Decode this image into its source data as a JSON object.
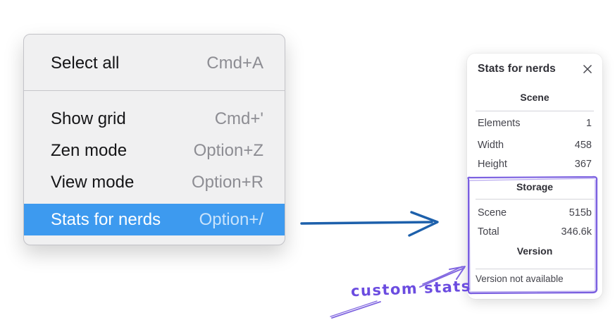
{
  "context_menu": {
    "items": [
      {
        "label": "Select all",
        "shortcut": "Cmd+A",
        "selected": false
      },
      {
        "label": "Show grid",
        "shortcut": "Cmd+'",
        "selected": false
      },
      {
        "label": "Zen mode",
        "shortcut": "Option+Z",
        "selected": false
      },
      {
        "label": "View mode",
        "shortcut": "Option+R",
        "selected": false
      },
      {
        "label": "Stats for nerds",
        "shortcut": "Option+/",
        "selected": true
      }
    ]
  },
  "stats_panel": {
    "title": "Stats for nerds",
    "close_icon": "x-icon",
    "sections": [
      {
        "heading": "Scene",
        "rows": [
          [
            "Elements",
            "1"
          ],
          [
            "Width",
            "458"
          ],
          [
            "Height",
            "367"
          ]
        ]
      },
      {
        "heading": "Storage",
        "rows": [
          [
            "Scene",
            "515b"
          ],
          [
            "Total",
            "346.6k"
          ]
        ]
      },
      {
        "heading": "Version",
        "rows": [],
        "note": "Version not available"
      }
    ]
  },
  "annotations": {
    "custom_stats_label": "custom stats"
  },
  "colors": {
    "menu_background": "#f0f0f1",
    "menu_border": "#c3c3c8",
    "menu_text": "#151517",
    "menu_shortcut": "#8d8d93",
    "menu_highlight": "#3d9aef",
    "menu_highlight_text": "#ffffff",
    "panel_background": "#ffffff",
    "panel_text": "#44444c",
    "panel_heading": "#2f2f36",
    "arrow_blue": "#1d60ab",
    "annotation_purple": "#7a5fe0",
    "annotation_text_purple": "#6b4ce0"
  }
}
